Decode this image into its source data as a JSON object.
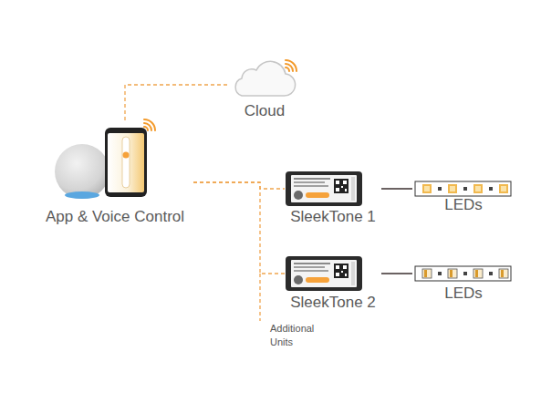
{
  "diagram": {
    "nodes": [
      {
        "text": [
          "Cloud"
        ]
      },
      {
        "text": [
          "App & Voice Control"
        ]
      },
      {
        "text": [
          "SleekTone 1"
        ]
      },
      {
        "text": [
          "SleekTone 2"
        ]
      },
      {
        "text": [
          "LEDs"
        ]
      },
      {
        "text": [
          "LEDs"
        ]
      }
    ],
    "edges": [
      {
        "from": 1,
        "to": 0,
        "arrow": "none"
      },
      {
        "from": 1,
        "to": 2,
        "arrow": "none"
      },
      {
        "from": 1,
        "to": 3,
        "arrow": "none"
      },
      {
        "from": 2,
        "to": 4,
        "arrow": "none"
      },
      {
        "from": 3,
        "to": 5,
        "arrow": "none"
      }
    ],
    "labels": [
      "Additional Units"
    ]
  }
}
